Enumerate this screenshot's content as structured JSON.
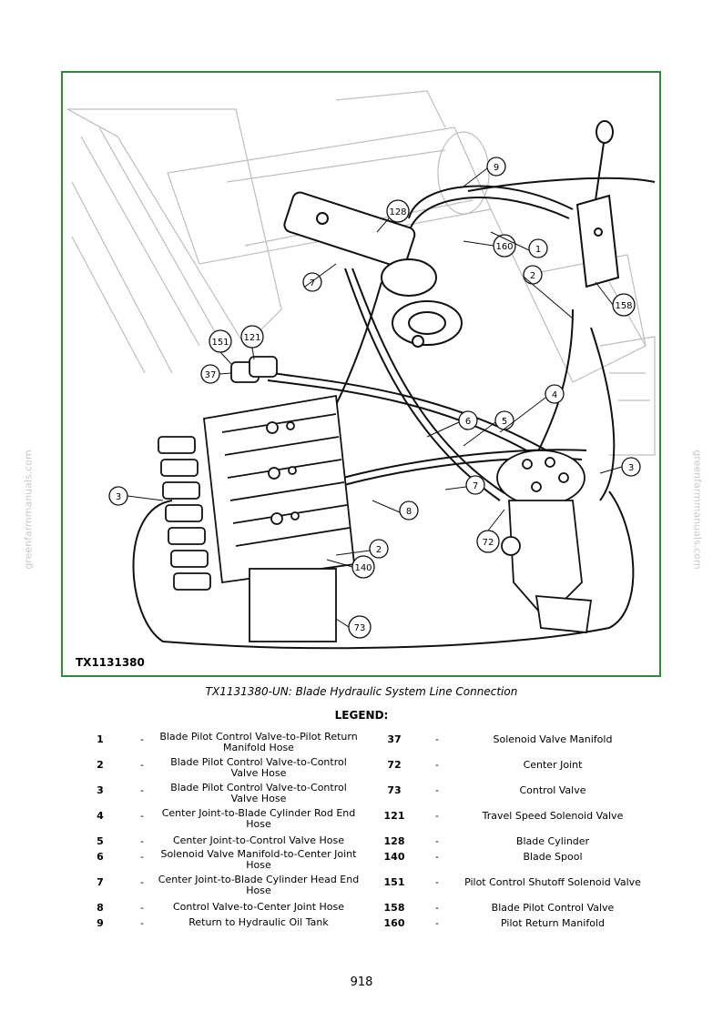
{
  "figure": {
    "figure_id": "TX1131380",
    "callouts": [
      "9",
      "128",
      "160",
      "1",
      "2",
      "7",
      "158",
      "151",
      "121",
      "37",
      "4",
      "6",
      "5",
      "3",
      "3",
      "7",
      "8",
      "72",
      "2",
      "140",
      "73"
    ]
  },
  "caption": "TX1131380-UN: Blade Hydraulic System Line Connection",
  "legend_title": "LEGEND:",
  "legend": [
    {
      "num_l": "1",
      "desc_l": "Blade Pilot Control Valve-to-Pilot Return Manifold Hose",
      "num_r": "37",
      "desc_r": "Solenoid Valve Manifold"
    },
    {
      "num_l": "2",
      "desc_l": "Blade Pilot Control Valve-to-Control Valve Hose",
      "num_r": "72",
      "desc_r": "Center Joint"
    },
    {
      "num_l": "3",
      "desc_l": "Blade Pilot Control Valve-to-Control Valve Hose",
      "num_r": "73",
      "desc_r": "Control Valve"
    },
    {
      "num_l": "4",
      "desc_l": "Center Joint-to-Blade Cylinder Rod End Hose",
      "num_r": "121",
      "desc_r": "Travel Speed Solenoid Valve"
    },
    {
      "num_l": "5",
      "desc_l": "Center Joint-to-Control Valve Hose",
      "num_r": "128",
      "desc_r": "Blade Cylinder"
    },
    {
      "num_l": "6",
      "desc_l": "Solenoid Valve Manifold-to-Center Joint Hose",
      "num_r": "140",
      "desc_r": "Blade Spool"
    },
    {
      "num_l": "7",
      "desc_l": "Center Joint-to-Blade Cylinder Head End Hose",
      "num_r": "151",
      "desc_r": "Pilot Control Shutoff Solenoid Valve"
    },
    {
      "num_l": "8",
      "desc_l": "Control Valve-to-Center Joint Hose",
      "num_r": "158",
      "desc_r": "Blade Pilot Control Valve"
    },
    {
      "num_l": "9",
      "desc_l": "Return to Hydraulic Oil Tank",
      "num_r": "160",
      "desc_r": "Pilot Return Manifold"
    }
  ],
  "legend_dash": "-",
  "page_number": "918",
  "watermark": "greenfarmmanuals.com"
}
